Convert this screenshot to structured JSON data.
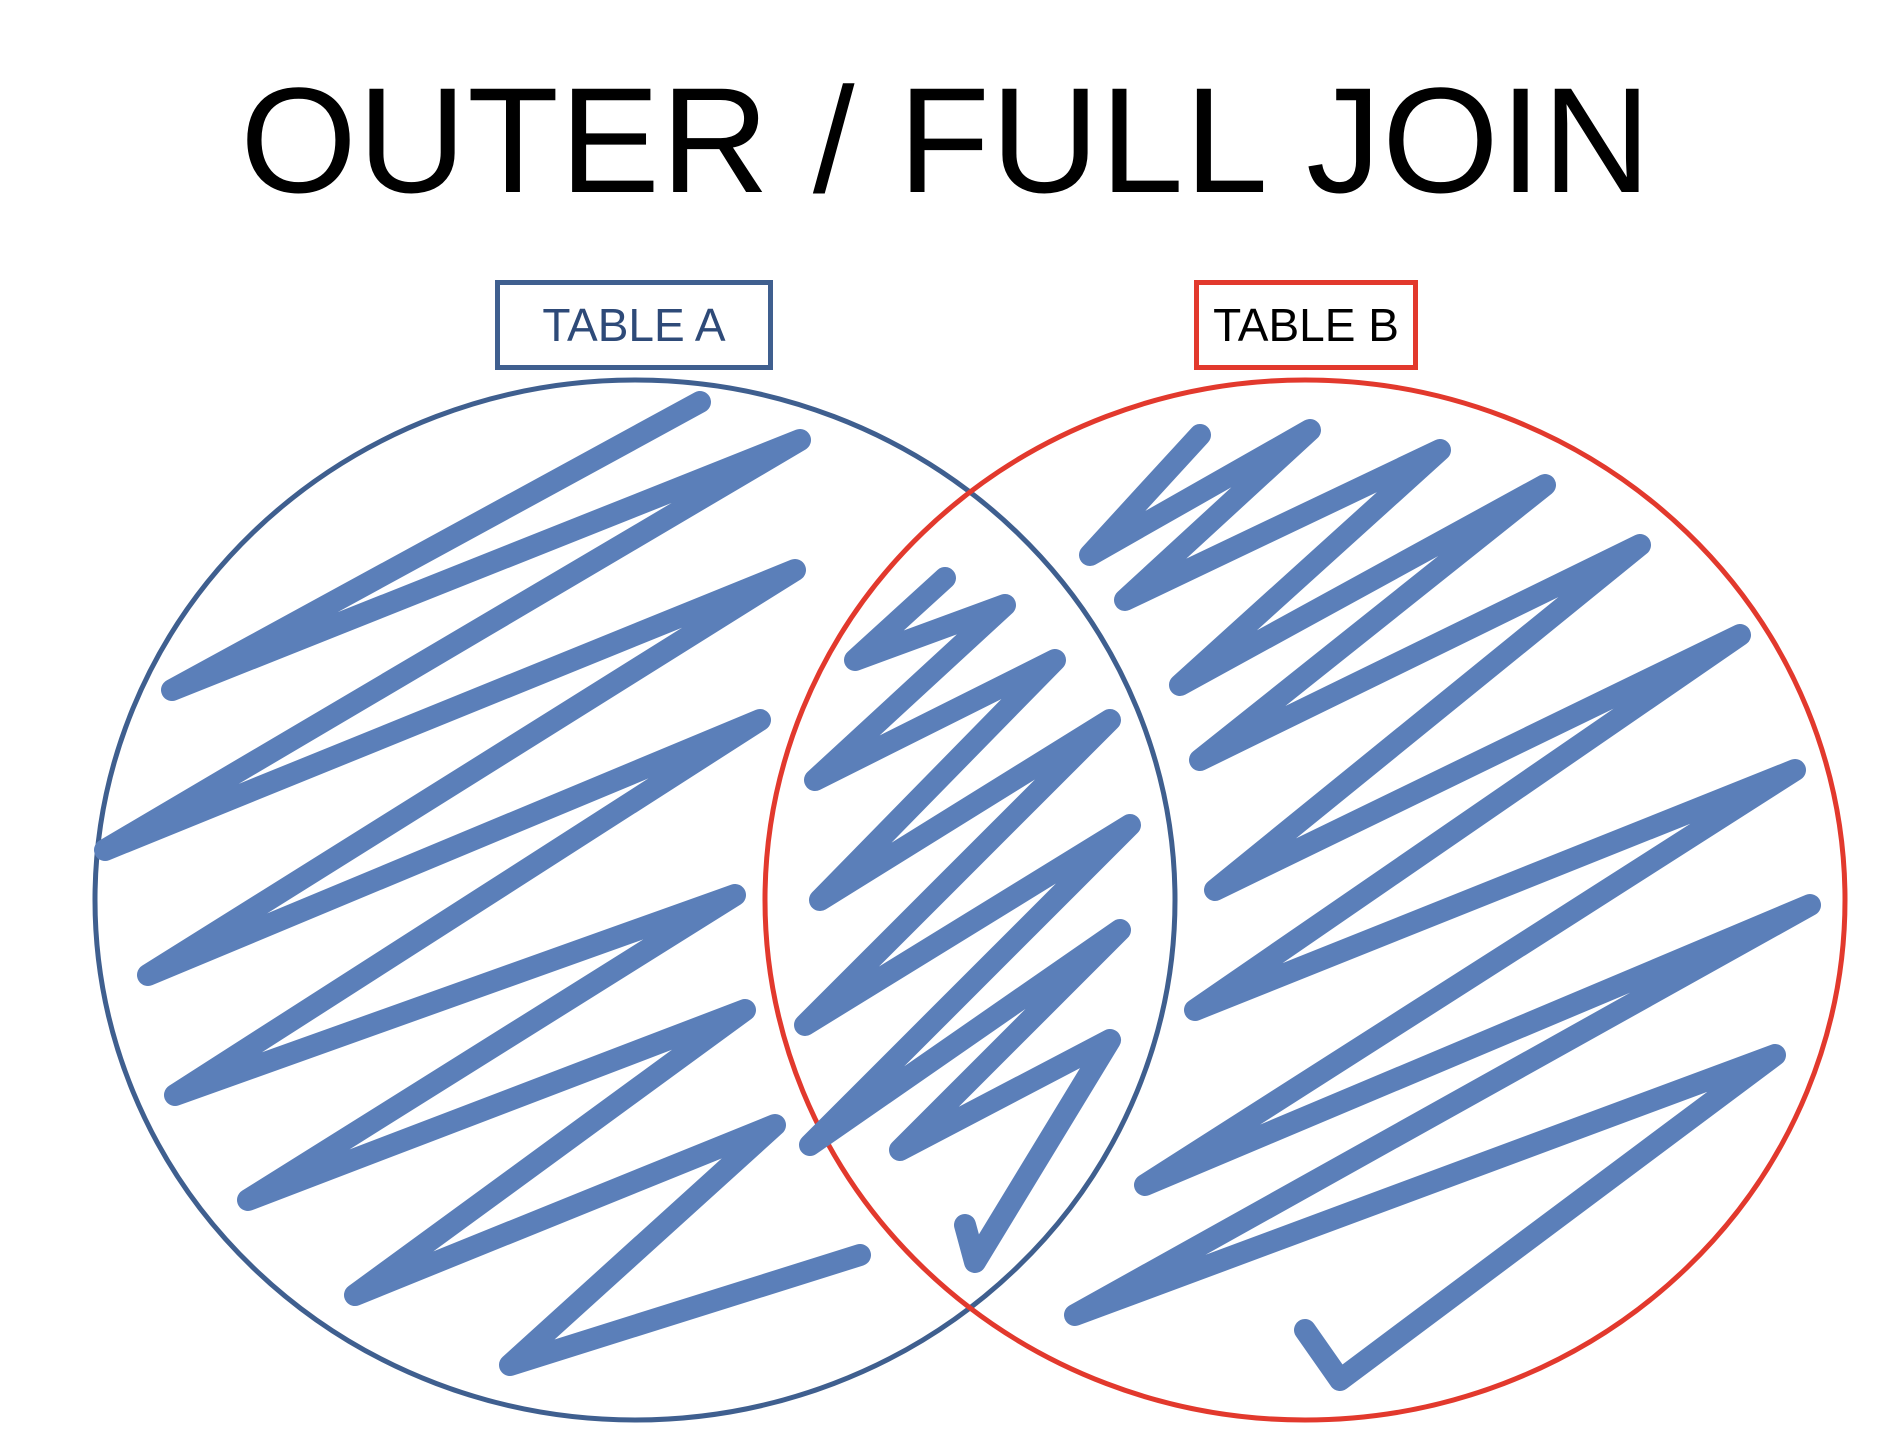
{
  "title": "OUTER / FULL JOIN",
  "tables": {
    "a": {
      "label": "TABLE A"
    },
    "b": {
      "label": "TABLE B"
    }
  },
  "colors": {
    "table_a_outline": "#3f5f8f",
    "table_a_text": "#2e4a78",
    "table_b_outline": "#e2392d",
    "table_b_text": "#000000",
    "scribble_fill": "#5b7fb9"
  }
}
